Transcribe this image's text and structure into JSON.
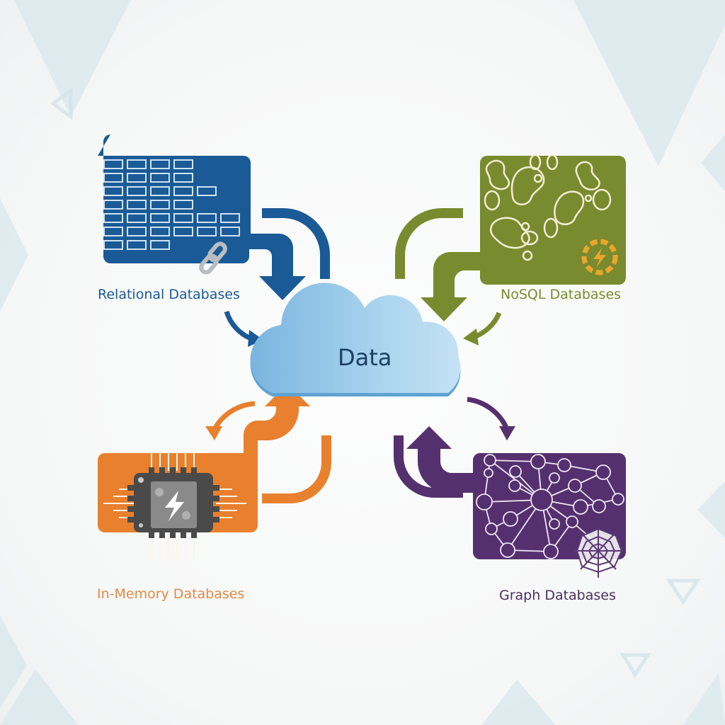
{
  "diagram": {
    "center": {
      "label": "Data",
      "shape": "cloud",
      "color": "#8fc3e6",
      "text_color": "#1c3f63"
    },
    "nodes": [
      {
        "id": "relational",
        "label": "Relational Databases",
        "color": "#1a5a96",
        "icon": "table-grid-icon",
        "badge_icon": "chain-link-icon",
        "position": "top-left"
      },
      {
        "id": "nosql",
        "label": "NoSQL Databases",
        "color": "#7a8a2e",
        "icon": "blob-shapes-icon",
        "badge_icon": "lightning-gear-icon",
        "position": "top-right"
      },
      {
        "id": "inmemory",
        "label": "In-Memory Databases",
        "color": "#e8802e",
        "icon": "cpu-chip-lightning-icon",
        "badge_icon": null,
        "position": "bottom-left"
      },
      {
        "id": "graph",
        "label": "Graph Databases",
        "color": "#55306e",
        "icon": "node-network-icon",
        "badge_icon": "spider-web-icon",
        "position": "bottom-right"
      }
    ],
    "edges": [
      {
        "from": "relational",
        "to": "Data",
        "direction": "inbound"
      },
      {
        "from": "nosql",
        "to": "Data",
        "direction": "inbound"
      },
      {
        "from": "inmemory",
        "to": "Data",
        "direction": "bidirectional"
      },
      {
        "from": "graph",
        "to": "Data",
        "direction": "bidirectional"
      }
    ]
  }
}
